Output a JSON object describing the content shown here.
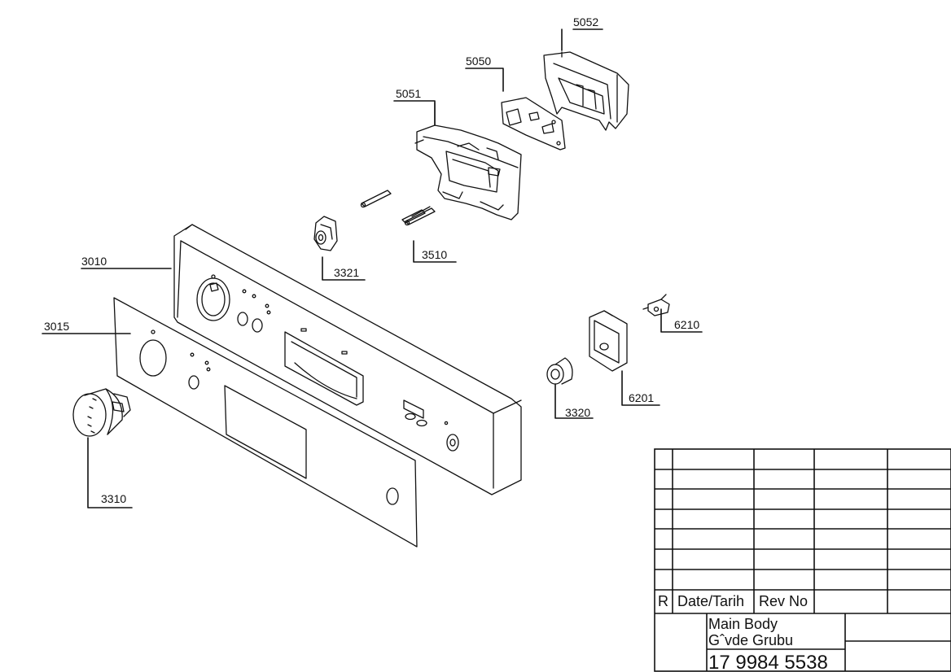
{
  "callouts": {
    "c5052": "5052",
    "c5050": "5050",
    "c5051": "5051",
    "c3010": "3010",
    "c3015": "3015",
    "c3321": "3321",
    "c3510": "3510",
    "c6210": "6210",
    "c6201": "6201",
    "c3320": "3320",
    "c3310": "3310"
  },
  "title_block": {
    "revision_header": "R",
    "date_header": "Date/Tarih",
    "rev_no_header": "Rev No",
    "title_line1": "Main Body",
    "title_line2": "Gˆvde Grubu",
    "part_number": "17 9984 5538"
  }
}
